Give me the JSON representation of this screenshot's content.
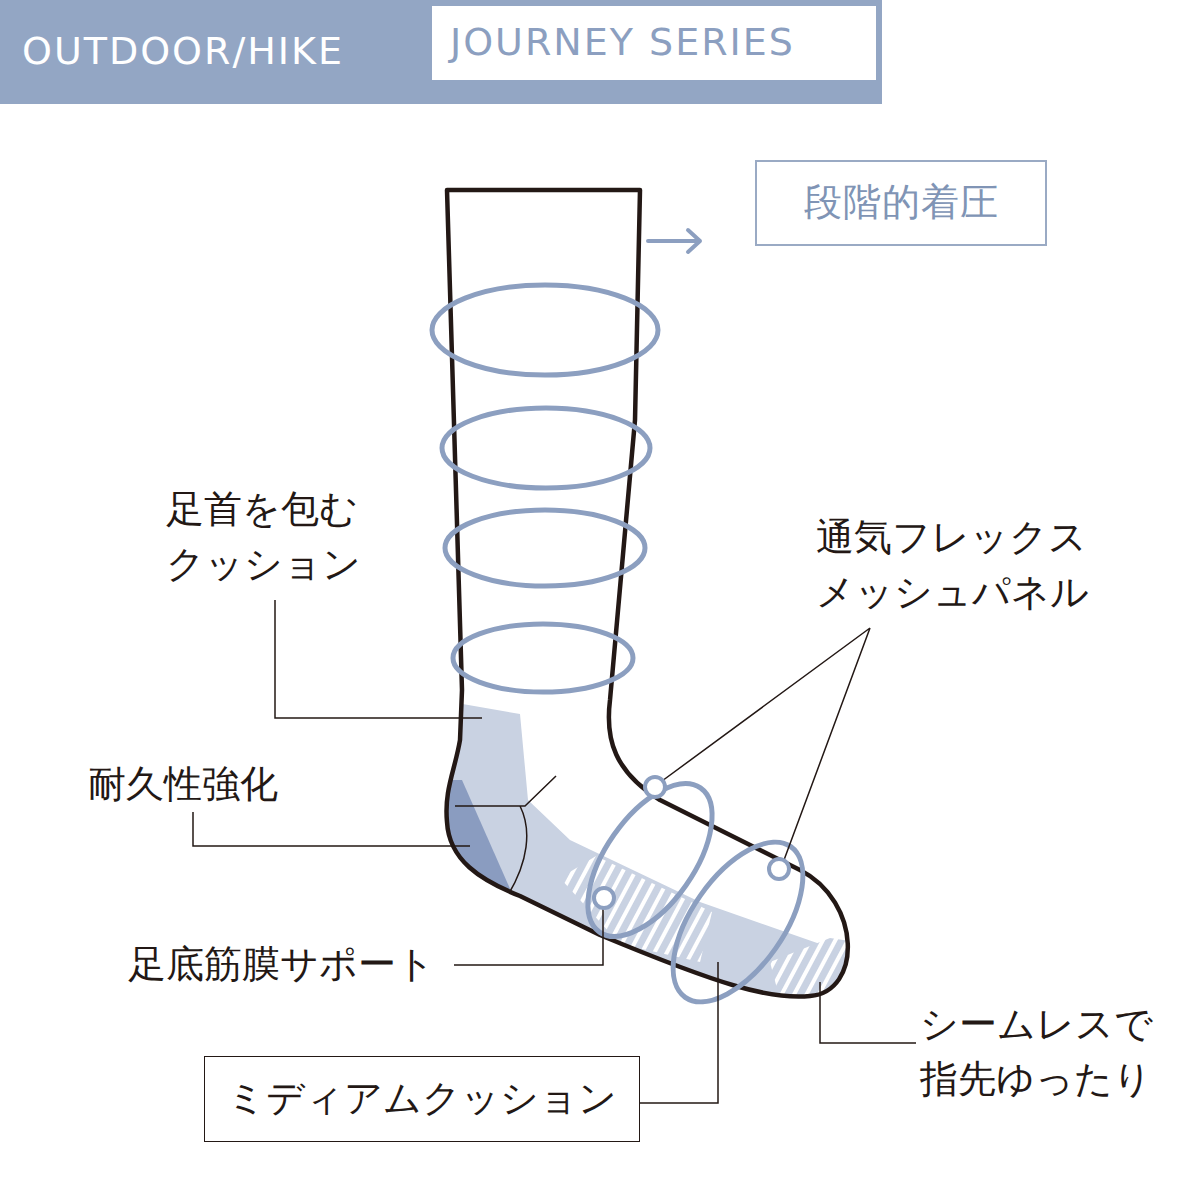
{
  "diagram": {
    "nodes": [
      {
        "text": [
          "OUTDOOR/HIKE"
        ]
      },
      {
        "text": [
          "JOURNEY SERIES"
        ],
        "in": 0
      },
      {
        "text": [
          "段階的着圧"
        ]
      },
      {
        "text": [
          "ミディアムクッション"
        ]
      }
    ],
    "labels": [
      "足首を包む クッション",
      "通気フレックス メッシュパネル",
      "耐久性強化",
      "足底筋膜サポート",
      "シームレスで 指先ゆったり"
    ]
  }
}
